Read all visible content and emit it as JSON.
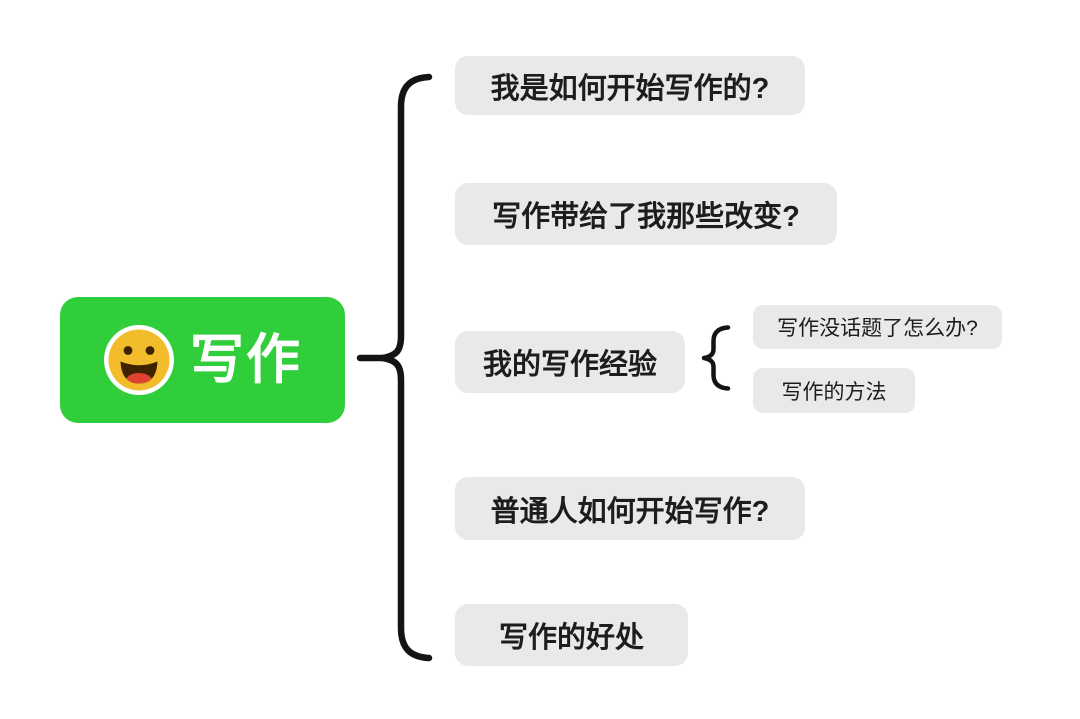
{
  "canvas": {
    "background": "#FFFFFF",
    "connector_color": "#141414"
  },
  "root": {
    "label": "写作",
    "emoji_icon": "grinning-face-with-open-mouth",
    "background": "#30CE3A",
    "text_color": "#FFFFFF",
    "emoji_colors": {
      "ring": "#FFFFFF",
      "face": "#F2BC2B",
      "eyes": "#3F2301",
      "mouth": "#3F2301",
      "tongue": "#DF4231"
    }
  },
  "branch_style": {
    "background": "#E9E9E9",
    "text_color": "#1D1D1F"
  },
  "branches": [
    {
      "label": "我是如何开始写作的?"
    },
    {
      "label": "写作带给了我那些改变?"
    },
    {
      "label": "我的写作经验",
      "children": [
        {
          "label": "写作没话题了怎么办?"
        },
        {
          "label": "写作的方法"
        }
      ]
    },
    {
      "label": "普通人如何开始写作?"
    },
    {
      "label": "写作的好处"
    }
  ]
}
